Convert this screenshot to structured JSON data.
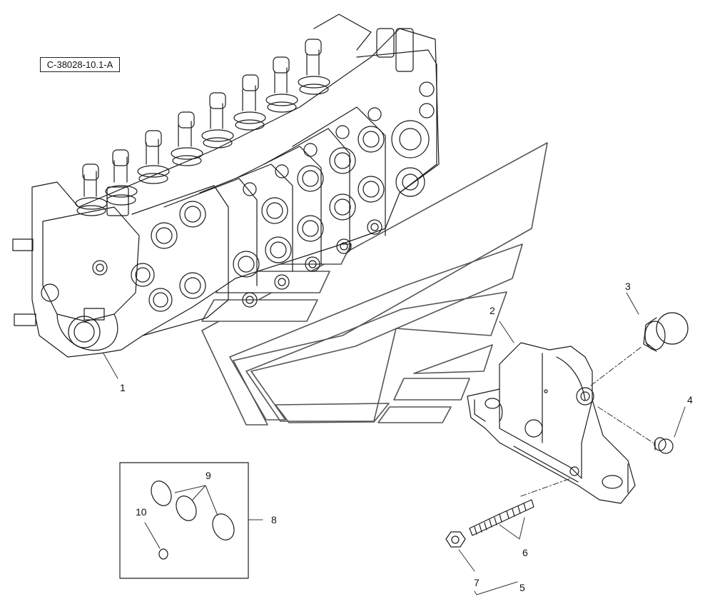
{
  "reference_code": "C-38028-10.1-A",
  "callouts": [
    {
      "id": "1",
      "text": "1"
    },
    {
      "id": "2",
      "text": "2"
    },
    {
      "id": "3",
      "text": "3"
    },
    {
      "id": "4",
      "text": "4"
    },
    {
      "id": "5",
      "text": "5"
    },
    {
      "id": "6",
      "text": "6"
    },
    {
      "id": "7",
      "text": "7"
    },
    {
      "id": "8",
      "text": "8"
    },
    {
      "id": "9",
      "text": "9"
    },
    {
      "id": "10",
      "text": "10"
    }
  ],
  "colors": {
    "line": "#1a1a1a",
    "fill": "#ffffff",
    "shade": "#d8d8d8"
  }
}
